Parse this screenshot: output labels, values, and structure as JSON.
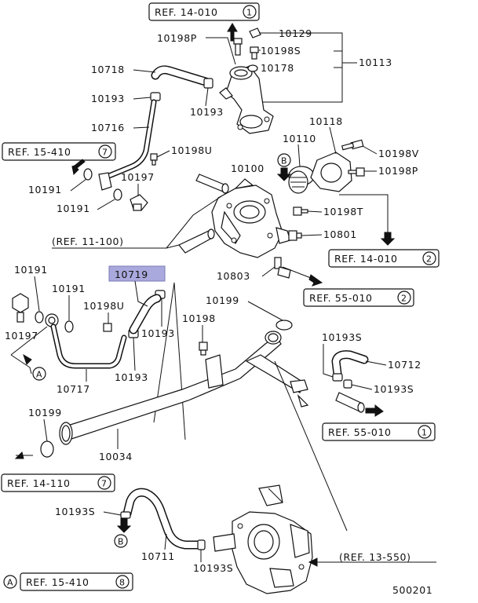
{
  "diagram_id": "500201",
  "part_labels": {
    "p10129": "10129",
    "p10198S_top": "10198S",
    "p10113": "10113",
    "p10198P_top": "10198P",
    "p10178": "10178",
    "p10718": "10718",
    "p10193_a": "10193",
    "p10193_b": "10193",
    "p10716": "10716",
    "p10198U_a": "10198U",
    "p10197_a": "10197",
    "p10191_a": "10191",
    "p10191_b": "10191",
    "p10100": "10100",
    "p10110": "10110",
    "p10118": "10118",
    "p10198V": "10198V",
    "p10198P_b": "10198P",
    "p10198T": "10198T",
    "p10801": "10801",
    "p10719": "10719",
    "p10803": "10803",
    "p10191_c": "10191",
    "p10191_d": "10191",
    "p10198U_b": "10198U",
    "p10197_b": "10197",
    "p10193_c": "10193",
    "p10193_d": "10193",
    "p10199_a": "10199",
    "p10198": "10198",
    "p10193S_a": "10193S",
    "p10712": "10712",
    "p10193S_b": "10193S",
    "p10717": "10717",
    "p10199_b": "10199",
    "p10034": "10034",
    "p10193S_c": "10193S",
    "p10711": "10711",
    "p10193S_d": "10193S"
  },
  "references": {
    "ref_14_010_1": {
      "text": "REF. 14-010",
      "num": "1"
    },
    "ref_15_410_7": {
      "text": "REF. 15-410",
      "num": "7"
    },
    "ref_11_100": {
      "text": "(REF. 11-100)"
    },
    "ref_14_010_2": {
      "text": "REF. 14-010",
      "num": "2"
    },
    "ref_55_010_2": {
      "text": "REF. 55-010",
      "num": "2"
    },
    "ref_55_010_1": {
      "text": "REF. 55-010",
      "num": "1"
    },
    "ref_14_110_7": {
      "text": "REF. 14-110",
      "num": "7"
    },
    "ref_13_550": {
      "text": "(REF. 13-550)"
    },
    "ref_15_410_8": {
      "text": "REF. 15-410",
      "num": "8"
    }
  },
  "markers": {
    "A": "A",
    "B": "B"
  },
  "highlight_color": "#a9a9dd"
}
